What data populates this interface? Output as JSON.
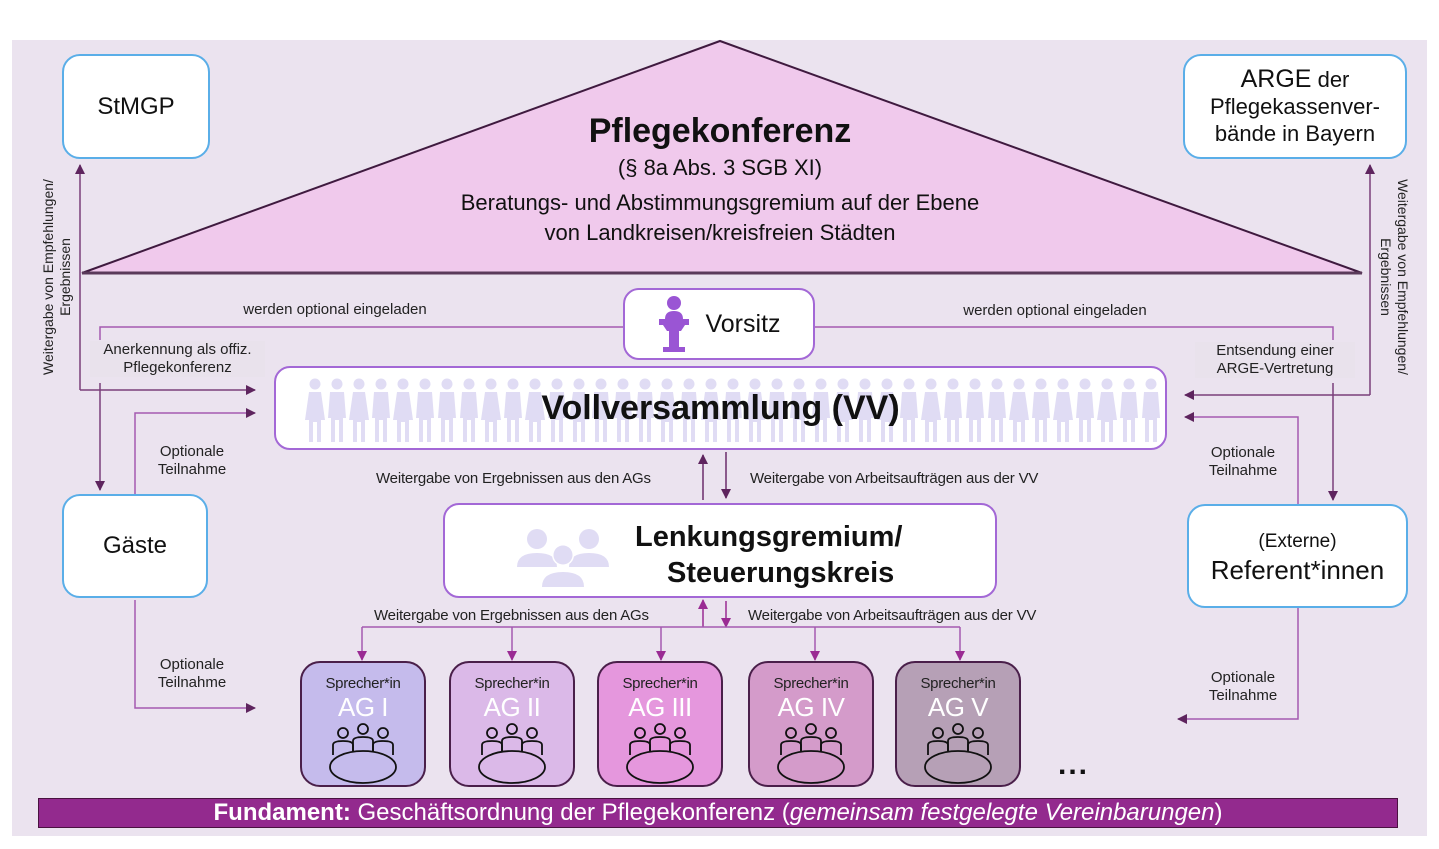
{
  "roof": {
    "title": "Pflegekonferenz",
    "legal_ref": "(§ 8a Abs. 3 SGB XI)",
    "description_line1": "Beratungs- und Abstimmungsgremium auf der Ebene",
    "description_line2": "von Landkreisen/kreisfreien Städten"
  },
  "stmgp": {
    "label": "StMGP"
  },
  "arge": {
    "line1_a": "ARGE",
    "line1_b": " der",
    "line2": "Pflegekassenver-",
    "line3": "bände in Bayern"
  },
  "left_vertical": {
    "line1": "Weitergabe von Empfehlungen/",
    "line2": "Ergebnissen"
  },
  "right_vertical": {
    "line1": "Weitergabe von Empfehlungen/",
    "line2": "Ergebnissen"
  },
  "vorsitz": {
    "label": "Vorsitz",
    "icon": "podium-speaker-icon"
  },
  "invite_left": "werden optional eingeladen",
  "invite_right": "werden optional eingeladen",
  "anerkennung": {
    "line1": "Anerkennung als offiz.",
    "line2": "Pflegekonferenz"
  },
  "entsendung": {
    "line1": "Entsendung einer",
    "line2": "ARGE-Vertretung"
  },
  "vv": {
    "label": "Vollversammlung (VV)",
    "icon": "people-row-icon"
  },
  "vv_to_lg": {
    "up_label": "Weitergabe von Ergebnissen aus den AGs",
    "down_label": "Weitergabe von Arbeitsaufträgen aus der VV"
  },
  "lenkung": {
    "line1": "Lenkungsgremium/",
    "line2": "Steuerungskreis",
    "icon": "group-icon"
  },
  "lg_to_ag": {
    "up_label": "Weitergabe von Ergebnissen aus den AGs",
    "down_label": "Weitergabe von Arbeitsaufträgen aus der VV"
  },
  "gaeste": {
    "label": "Gäste"
  },
  "referenten": {
    "line1": "(Externe)",
    "line2": "Referent*innen"
  },
  "optional": {
    "gaeste_to_vv": {
      "line1": "Optionale",
      "line2": "Teilnahme"
    },
    "gaeste_to_ag": {
      "line1": "Optionale",
      "line2": "Teilnahme"
    },
    "ref_to_vv": {
      "line1": "Optionale",
      "line2": "Teilnahme"
    },
    "ref_to_ag": {
      "line1": "Optionale",
      "line2": "Teilnahme"
    }
  },
  "ags": [
    {
      "speaker": "Sprecher*in",
      "name": "AG I",
      "color": "#c5bbec"
    },
    {
      "speaker": "Sprecher*in",
      "name": "AG II",
      "color": "#dbb9e8"
    },
    {
      "speaker": "Sprecher*in",
      "name": "AG III",
      "color": "#e597dd"
    },
    {
      "speaker": "Sprecher*in",
      "name": "AG IV",
      "color": "#d49bca"
    },
    {
      "speaker": "Sprecher*in",
      "name": "AG V",
      "color": "#b6a0b6"
    }
  ],
  "ellipsis": "...",
  "footer": {
    "bold": "Fundament:",
    "text": " Geschäftsordnung der Pflegekonferenz (",
    "italic": "gemeinsam festgelegte Vereinbarungen",
    "close": ")"
  },
  "colors": {
    "background": "#ebe3ef",
    "roof_fill": "#f0c9ec",
    "arrow": "#6b2d6b",
    "box_border_blue": "#5aaee8",
    "box_border_purple": "#a368d6",
    "footer_bg": "#932a8e",
    "icon_light": "#e0dcf4",
    "podium": "#9a55d4"
  }
}
